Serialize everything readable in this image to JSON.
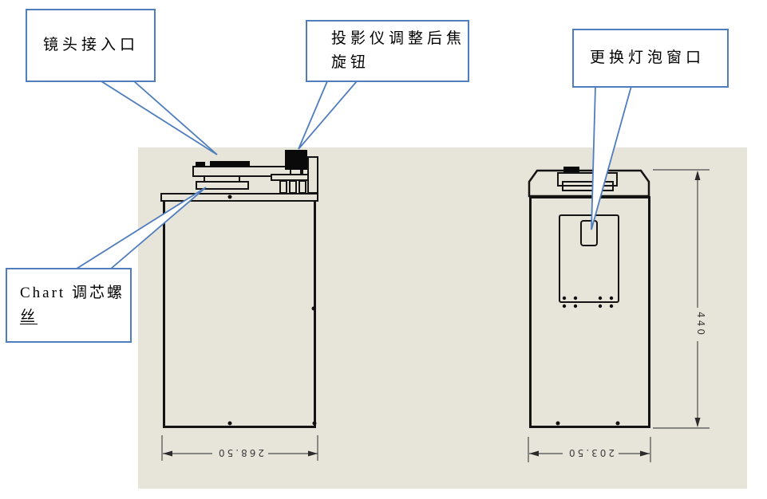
{
  "colors": {
    "callout_border": "#4f7dbd",
    "drawing_background": "#e7e4da",
    "line_color": "#141414"
  },
  "callouts": {
    "lens_port": {
      "text": "镜头接入口"
    },
    "focus_knob": {
      "line1": "投影仪调整后焦",
      "line2": "旋钮"
    },
    "lamp_window": {
      "text": "更换灯泡窗口"
    },
    "chart_screws": {
      "line1": "Chart 调芯螺",
      "line2": "丝"
    }
  },
  "dimensions": {
    "side_view_width": "268.50",
    "rear_view_width": "203.50",
    "device_height": "440"
  }
}
